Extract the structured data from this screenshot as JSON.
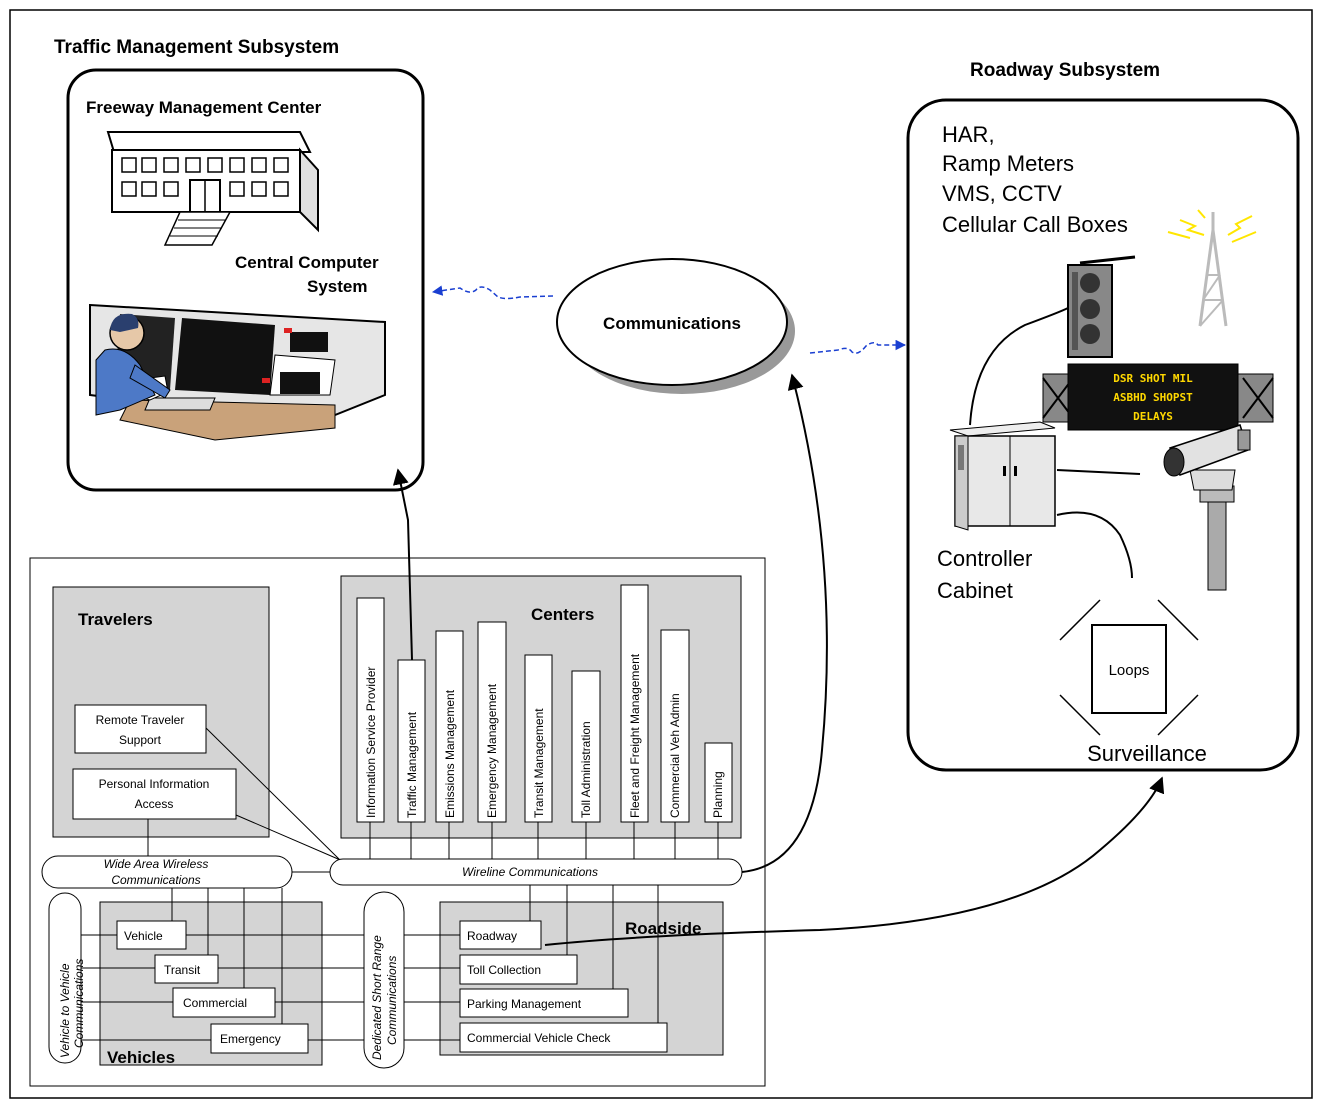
{
  "titles": {
    "tms": "Traffic Management Subsystem",
    "roadway": "Roadway Subsystem",
    "fmc": "Freeway Management Center",
    "ccs_line1": "Central Computer",
    "ccs_line2": "System",
    "communications": "Communications"
  },
  "roadway_list": [
    "HAR,",
    "Ramp Meters",
    "VMS, CCTV",
    "Cellular Call Boxes"
  ],
  "roadway_labels": {
    "cabinet_line1": "Controller",
    "cabinet_line2": "Cabinet",
    "loops": "Loops",
    "surveillance": "Surveillance"
  },
  "groups": {
    "travelers": "Travelers",
    "centers": "Centers",
    "vehicles": "Vehicles",
    "roadside": "Roadside"
  },
  "travelers": {
    "remote_line1": "Remote Traveler",
    "remote_line2": "Support",
    "personal_line1": "Personal Information",
    "personal_line2": "Access"
  },
  "centers": [
    "Information Service Provider",
    "Traffic Management",
    "Emissions Management",
    "Emergency Management",
    "Transit Management",
    "Toll Administration",
    "Fleet and Freight Management",
    "Commercial Veh Admin",
    "Planning"
  ],
  "comms": {
    "wide_line1": "Wide Area Wireless",
    "wide_line2": "Communications",
    "wireline": "Wireline Communications",
    "v2v_line1": "Vehicle to Vehicle",
    "v2v_line2": "Communications",
    "dsrc_line1": "Dedicated Short Range",
    "dsrc_line2": "Communications"
  },
  "vehicles": [
    "Vehicle",
    "Transit",
    "Commercial",
    "Emergency"
  ],
  "roadside": [
    "Roadway",
    "Toll Collection",
    "Parking Management",
    "Commercial Vehicle Check"
  ],
  "sign_text": [
    "DSR SHOT MIL",
    "ASBHD SHOPST",
    "DELAYS"
  ]
}
